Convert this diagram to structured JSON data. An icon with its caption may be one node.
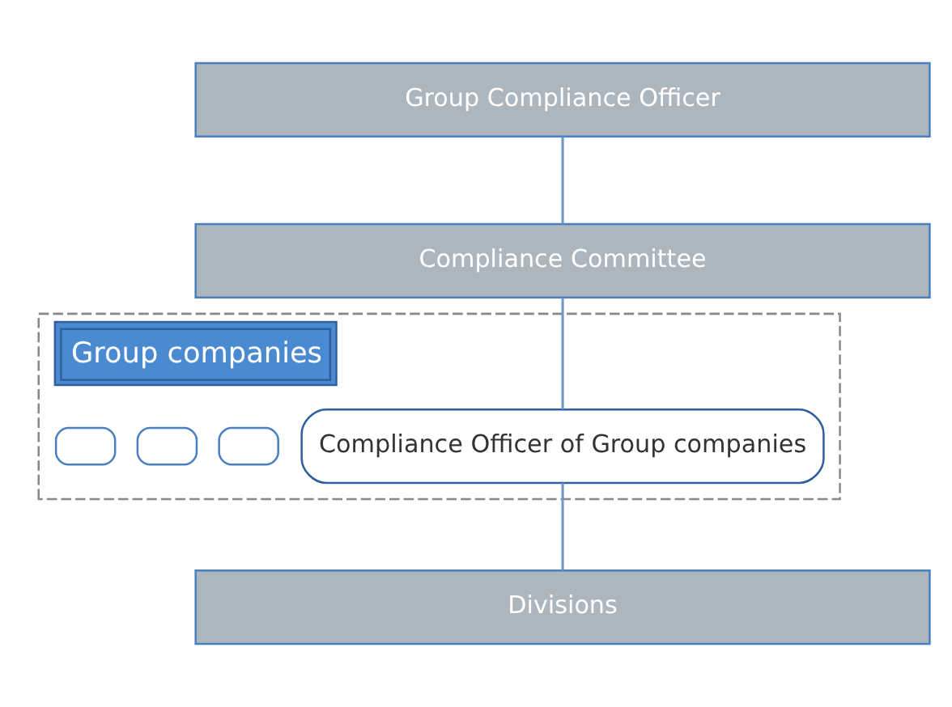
{
  "diagram": {
    "nodes": [
      {
        "text": [
          "Group Compliance Officer"
        ]
      },
      {
        "text": [
          "Compliance Committee"
        ]
      },
      {
        "text": [
          "Group companies"
        ]
      },
      {
        "text": [
          "Compliance Officer of Group companies"
        ],
        "in": 2
      },
      {
        "text": [],
        "shape": "box",
        "in": 2
      },
      {
        "text": [],
        "shape": "box",
        "in": 2
      },
      {
        "text": [],
        "shape": "box",
        "in": 2
      },
      {
        "text": [
          "Divisions"
        ]
      }
    ],
    "edges": [
      {
        "from": 0,
        "to": 1,
        "arrow": "none"
      },
      {
        "from": 1,
        "to": 3,
        "arrow": "none"
      },
      {
        "from": 3,
        "to": 7,
        "arrow": "none"
      }
    ]
  }
}
